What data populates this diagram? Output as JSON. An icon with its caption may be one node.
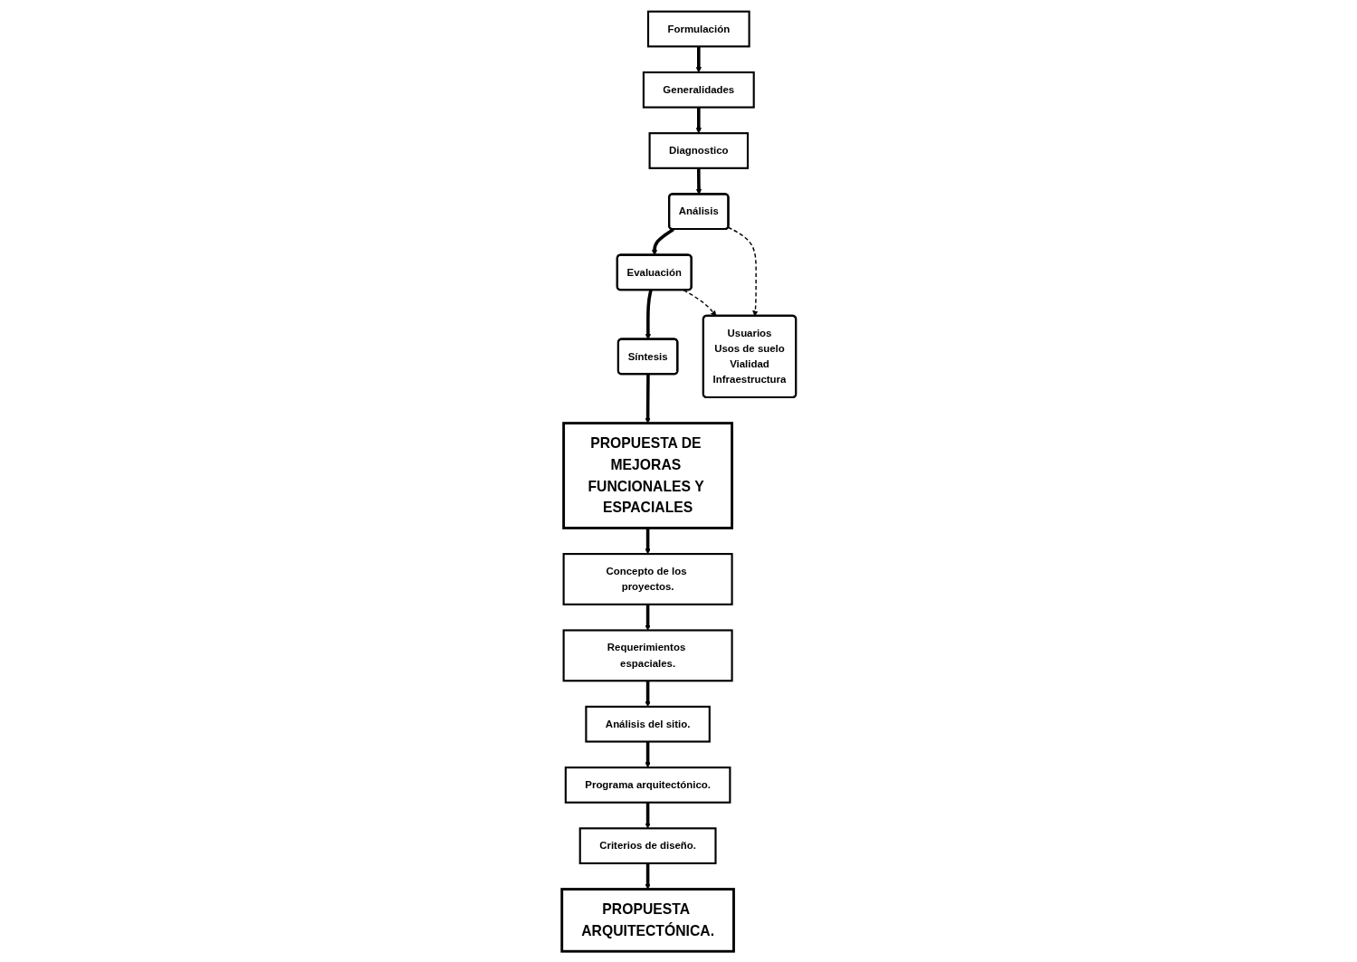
{
  "diagram": {
    "nodes": [
      {
        "text": [
          "Formulación"
        ]
      },
      {
        "text": [
          "Generalidades"
        ]
      },
      {
        "text": [
          "Diagnostico"
        ]
      },
      {
        "text": [
          "Análisis"
        ]
      },
      {
        "text": [
          "Evaluación"
        ]
      },
      {
        "text": [
          "Síntesis"
        ]
      },
      {
        "text": [
          "Usuarios",
          "Usos de suelo",
          "Vialidad",
          "Infraestructura"
        ]
      },
      {
        "text": [
          "PROPUESTA DE MEJORAS FUNCIONALES Y ESPACIALES"
        ]
      },
      {
        "text": [
          "Concepto de los proyectos."
        ]
      },
      {
        "text": [
          "Requerimientos espaciales."
        ]
      },
      {
        "text": [
          "Análisis del sitio."
        ]
      },
      {
        "text": [
          "Programa arquitectónico."
        ]
      },
      {
        "text": [
          "Criterios de diseño."
        ]
      },
      {
        "text": [
          "PROPUESTA ARQUITECTÓNICA."
        ]
      }
    ],
    "edges": [
      {
        "from": 0,
        "to": 1,
        "arrow": "to"
      },
      {
        "from": 1,
        "to": 2,
        "arrow": "to"
      },
      {
        "from": 2,
        "to": 3,
        "arrow": "to"
      },
      {
        "from": 3,
        "to": 4,
        "arrow": "to"
      },
      {
        "from": 4,
        "to": 5,
        "arrow": "to"
      },
      {
        "from": 5,
        "to": 7,
        "arrow": "to"
      },
      {
        "from": 3,
        "to": 6,
        "arrow": "to",
        "style": "dashed"
      },
      {
        "from": 4,
        "to": 6,
        "arrow": "to",
        "style": "dashed"
      },
      {
        "from": 7,
        "to": 8,
        "arrow": "to"
      },
      {
        "from": 8,
        "to": 9,
        "arrow": "to"
      },
      {
        "from": 9,
        "to": 10,
        "arrow": "to"
      },
      {
        "from": 10,
        "to": 11,
        "arrow": "to"
      },
      {
        "from": 11,
        "to": 12,
        "arrow": "to"
      },
      {
        "from": 12,
        "to": 13,
        "arrow": "to"
      }
    ]
  }
}
